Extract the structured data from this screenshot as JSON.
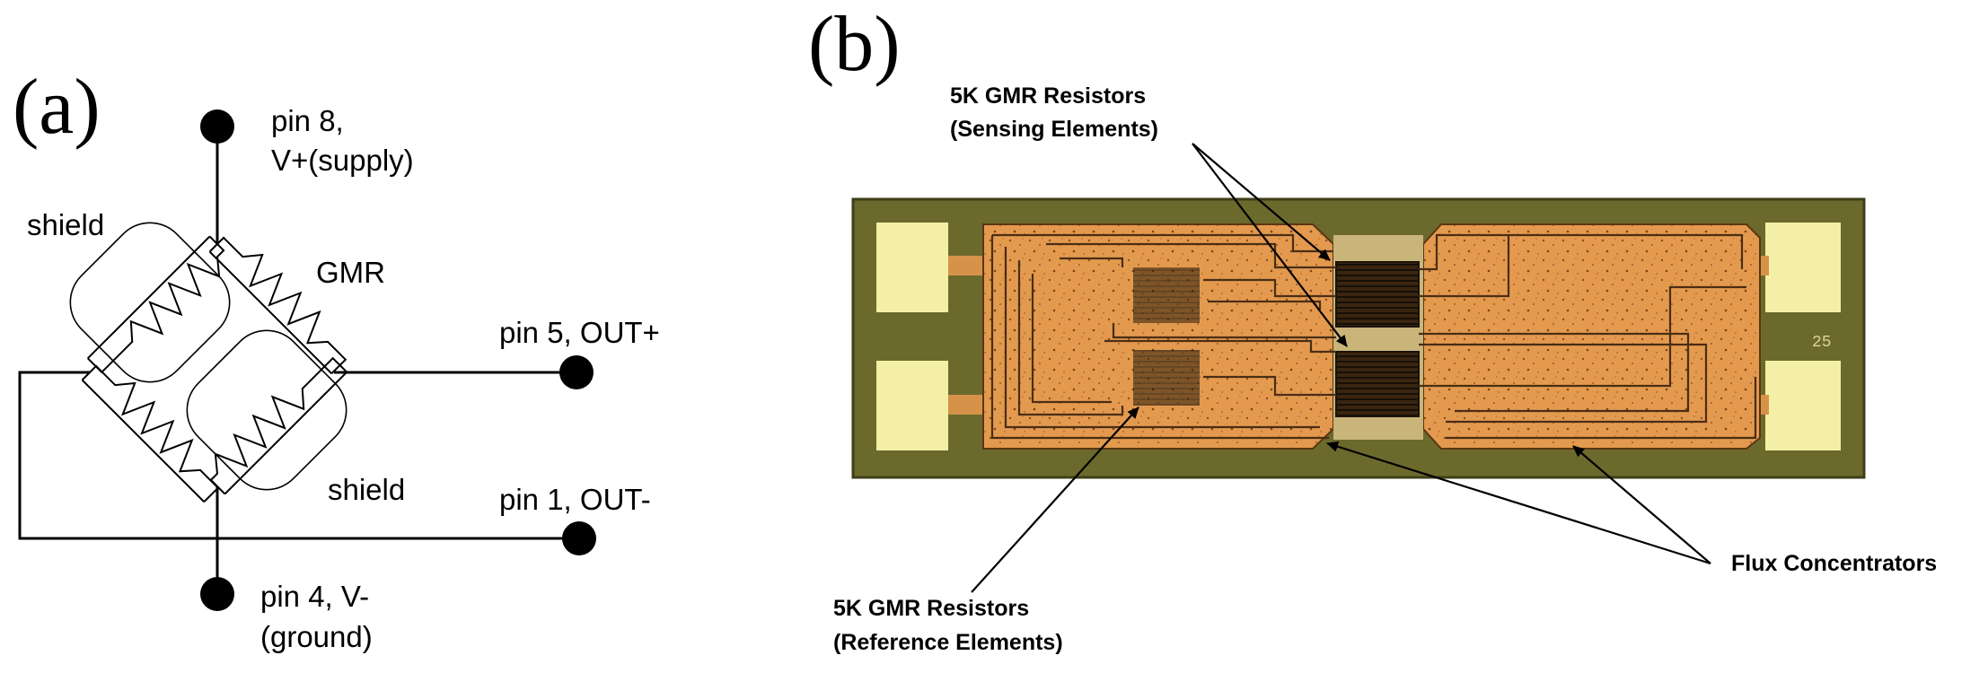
{
  "panel_a": {
    "label": "(a)",
    "pins": {
      "pin8_line1": "pin 8,",
      "pin8_line2": "V+(supply)",
      "pin5": "pin 5, OUT+",
      "pin1": "pin 1, OUT-",
      "pin4_line1": "pin 4, V-",
      "pin4_line2": "(ground)"
    },
    "labels": {
      "shield_top": "shield",
      "shield_bottom": "shield",
      "gmr": "GMR"
    }
  },
  "panel_b": {
    "label": "(b)",
    "callouts": {
      "sensing_line1": "5K GMR Resistors",
      "sensing_line2": "(Sensing Elements)",
      "reference_line1": "5K GMR Resistors",
      "reference_line2": "(Reference Elements)",
      "flux": "Flux Concentrators"
    },
    "chip_marking": "25",
    "colors": {
      "substrate": "#6b6a2c",
      "copper": "#e0944a",
      "pad": "#f3efa6",
      "trace": "#4a2e14"
    }
  }
}
